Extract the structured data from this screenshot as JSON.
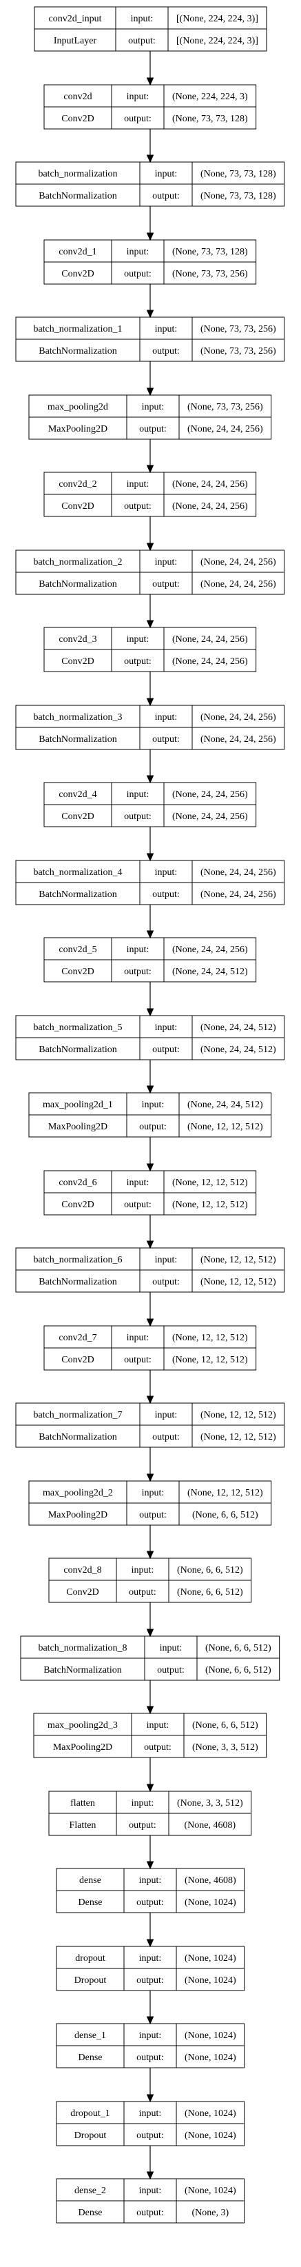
{
  "input_label": "input:",
  "output_label": "output:",
  "layers": [
    {
      "name": "conv2d_input",
      "type": "InputLayer",
      "input": "[(None, 224, 224, 3)]",
      "output": "[(None, 224, 224, 3)]"
    },
    {
      "name": "conv2d",
      "type": "Conv2D",
      "input": "(None, 224, 224, 3)",
      "output": "(None, 73, 73, 128)"
    },
    {
      "name": "batch_normalization",
      "type": "BatchNormalization",
      "input": "(None, 73, 73, 128)",
      "output": "(None, 73, 73, 128)"
    },
    {
      "name": "conv2d_1",
      "type": "Conv2D",
      "input": "(None, 73, 73, 128)",
      "output": "(None, 73, 73, 256)"
    },
    {
      "name": "batch_normalization_1",
      "type": "BatchNormalization",
      "input": "(None, 73, 73, 256)",
      "output": "(None, 73, 73, 256)"
    },
    {
      "name": "max_pooling2d",
      "type": "MaxPooling2D",
      "input": "(None, 73, 73, 256)",
      "output": "(None, 24, 24, 256)"
    },
    {
      "name": "conv2d_2",
      "type": "Conv2D",
      "input": "(None, 24, 24, 256)",
      "output": "(None, 24, 24, 256)"
    },
    {
      "name": "batch_normalization_2",
      "type": "BatchNormalization",
      "input": "(None, 24, 24, 256)",
      "output": "(None, 24, 24, 256)"
    },
    {
      "name": "conv2d_3",
      "type": "Conv2D",
      "input": "(None, 24, 24, 256)",
      "output": "(None, 24, 24, 256)"
    },
    {
      "name": "batch_normalization_3",
      "type": "BatchNormalization",
      "input": "(None, 24, 24, 256)",
      "output": "(None, 24, 24, 256)"
    },
    {
      "name": "conv2d_4",
      "type": "Conv2D",
      "input": "(None, 24, 24, 256)",
      "output": "(None, 24, 24, 256)"
    },
    {
      "name": "batch_normalization_4",
      "type": "BatchNormalization",
      "input": "(None, 24, 24, 256)",
      "output": "(None, 24, 24, 256)"
    },
    {
      "name": "conv2d_5",
      "type": "Conv2D",
      "input": "(None, 24, 24, 256)",
      "output": "(None, 24, 24, 512)"
    },
    {
      "name": "batch_normalization_5",
      "type": "BatchNormalization",
      "input": "(None, 24, 24, 512)",
      "output": "(None, 24, 24, 512)"
    },
    {
      "name": "max_pooling2d_1",
      "type": "MaxPooling2D",
      "input": "(None, 24, 24, 512)",
      "output": "(None, 12, 12, 512)"
    },
    {
      "name": "conv2d_6",
      "type": "Conv2D",
      "input": "(None, 12, 12, 512)",
      "output": "(None, 12, 12, 512)"
    },
    {
      "name": "batch_normalization_6",
      "type": "BatchNormalization",
      "input": "(None, 12, 12, 512)",
      "output": "(None, 12, 12, 512)"
    },
    {
      "name": "conv2d_7",
      "type": "Conv2D",
      "input": "(None, 12, 12, 512)",
      "output": "(None, 12, 12, 512)"
    },
    {
      "name": "batch_normalization_7",
      "type": "BatchNormalization",
      "input": "(None, 12, 12, 512)",
      "output": "(None, 12, 12, 512)"
    },
    {
      "name": "max_pooling2d_2",
      "type": "MaxPooling2D",
      "input": "(None, 12, 12, 512)",
      "output": "(None, 6, 6, 512)"
    },
    {
      "name": "conv2d_8",
      "type": "Conv2D",
      "input": "(None, 6, 6, 512)",
      "output": "(None, 6, 6, 512)"
    },
    {
      "name": "batch_normalization_8",
      "type": "BatchNormalization",
      "input": "(None, 6, 6, 512)",
      "output": "(None, 6, 6, 512)"
    },
    {
      "name": "max_pooling2d_3",
      "type": "MaxPooling2D",
      "input": "(None, 6, 6, 512)",
      "output": "(None, 3, 3, 512)"
    },
    {
      "name": "flatten",
      "type": "Flatten",
      "input": "(None, 3, 3, 512)",
      "output": "(None, 4608)"
    },
    {
      "name": "dense",
      "type": "Dense",
      "input": "(None, 4608)",
      "output": "(None, 1024)"
    },
    {
      "name": "dropout",
      "type": "Dropout",
      "input": "(None, 1024)",
      "output": "(None, 1024)"
    },
    {
      "name": "dense_1",
      "type": "Dense",
      "input": "(None, 1024)",
      "output": "(None, 1024)"
    },
    {
      "name": "dropout_1",
      "type": "Dropout",
      "input": "(None, 1024)",
      "output": "(None, 1024)"
    },
    {
      "name": "dense_2",
      "type": "Dense",
      "input": "(None, 1024)",
      "output": "(None, 3)"
    }
  ]
}
